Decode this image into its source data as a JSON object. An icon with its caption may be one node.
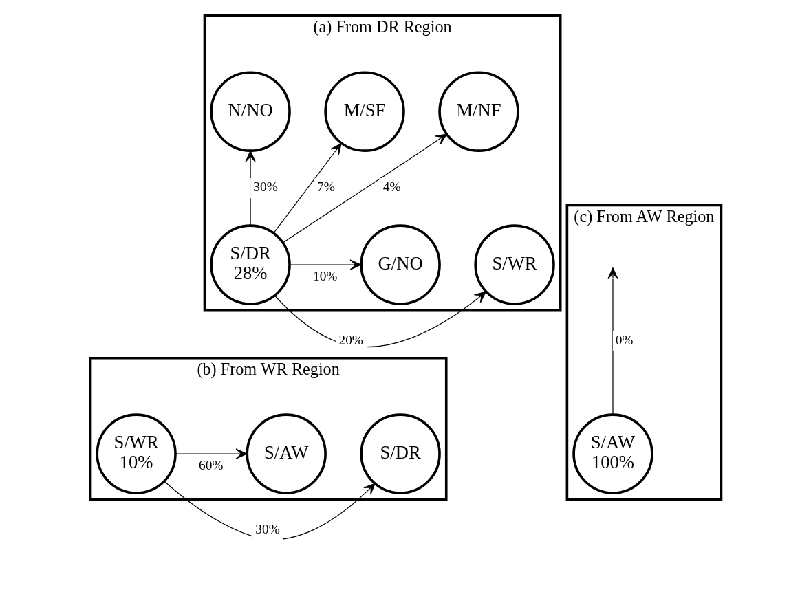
{
  "diagram": {
    "nodes": [
      {
        "text": [
          "(a) From DR Region"
        ]
      },
      {
        "text": [
          "N/NO"
        ],
        "in": 0
      },
      {
        "text": [
          "M/SF"
        ],
        "in": 0
      },
      {
        "text": [
          "M/NF"
        ],
        "in": 0
      },
      {
        "text": [
          "G/NO"
        ],
        "in": 0
      },
      {
        "text": [
          "S/DR",
          "28%"
        ],
        "in": 0
      },
      {
        "text": [
          "S/WR"
        ],
        "in": 0
      },
      {
        "text": [
          "(b) From WR Region"
        ]
      },
      {
        "text": [
          "S/DR"
        ],
        "in": 7
      },
      {
        "text": [
          "S/WR",
          "10%"
        ],
        "in": 7
      },
      {
        "text": [
          "S/AW"
        ],
        "in": 7
      },
      {
        "text": [
          "(c) From AW Region"
        ]
      },
      {
        "text": [
          "S/AW",
          "100%"
        ],
        "in": 11
      }
    ],
    "edges": [
      {
        "from": 5,
        "to": 1,
        "arrow": "to",
        "label": "30%"
      },
      {
        "from": 5,
        "to": 2,
        "arrow": "to",
        "label": "7%"
      },
      {
        "from": 5,
        "to": 3,
        "arrow": "to",
        "label": "4%"
      },
      {
        "from": 5,
        "to": 4,
        "arrow": "to",
        "label": "10%"
      },
      {
        "from": 5,
        "to": 6,
        "arrow": "to",
        "label": "20%"
      },
      {
        "from": 9,
        "to": 8,
        "arrow": "to",
        "label": "30%"
      },
      {
        "from": 9,
        "to": 10,
        "arrow": "to",
        "label": "60%"
      },
      {
        "from": 12,
        "to": null,
        "arrow": "to",
        "label": "0%"
      }
    ]
  }
}
